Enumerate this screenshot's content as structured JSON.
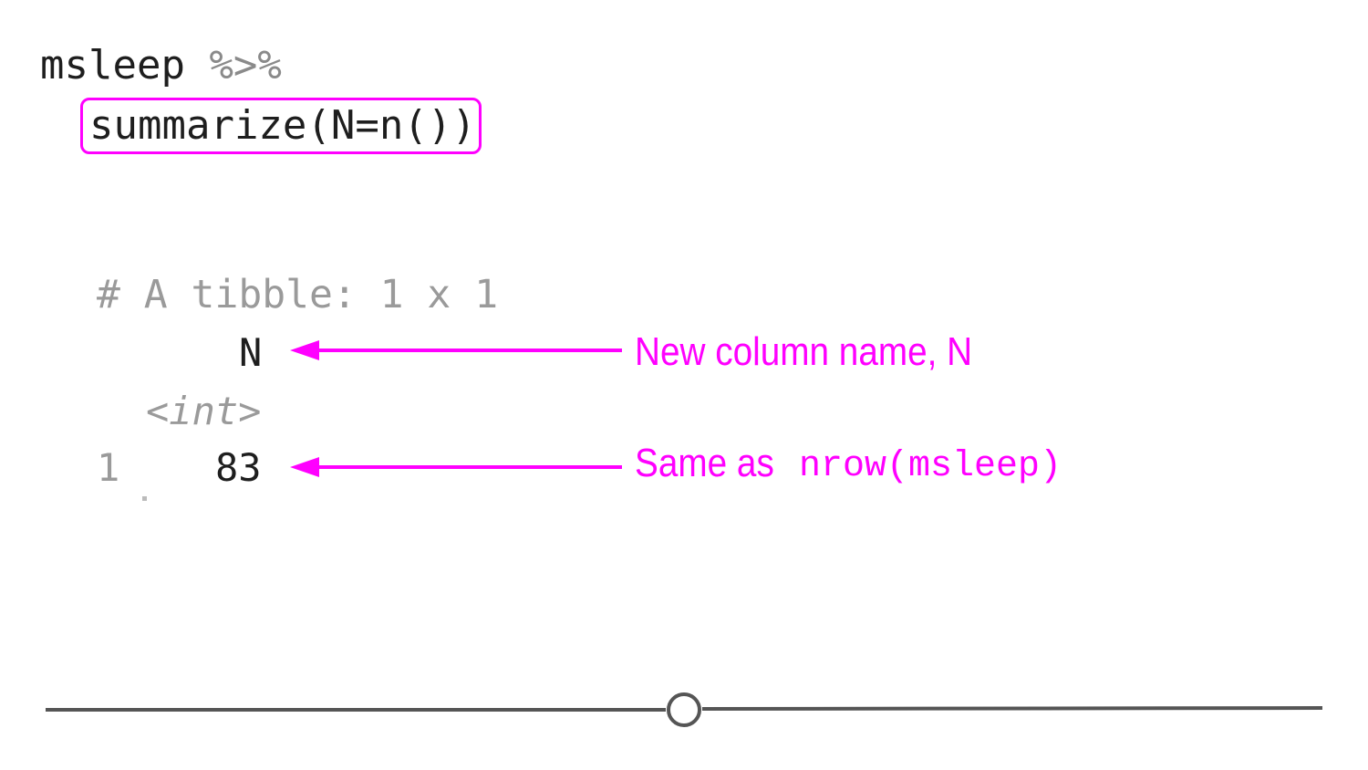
{
  "code": {
    "line1_prefix": "msleep ",
    "line1_pipe": "%>%",
    "line2": "summarize(N=n())"
  },
  "output": {
    "tibble_header": "# A tibble: 1 x 1",
    "column_name": "N",
    "column_type": "<int>",
    "row_index": "1",
    "row_value": "83"
  },
  "annotations": {
    "column_note": "New column name, N",
    "value_note_prefix": "Same as ",
    "value_note_code": "nrow(msleep)"
  },
  "colors": {
    "accent": "#ff00ff",
    "code_text": "#1e1e1e",
    "muted_text": "#8a8a8a",
    "slider_track": "#555555"
  }
}
